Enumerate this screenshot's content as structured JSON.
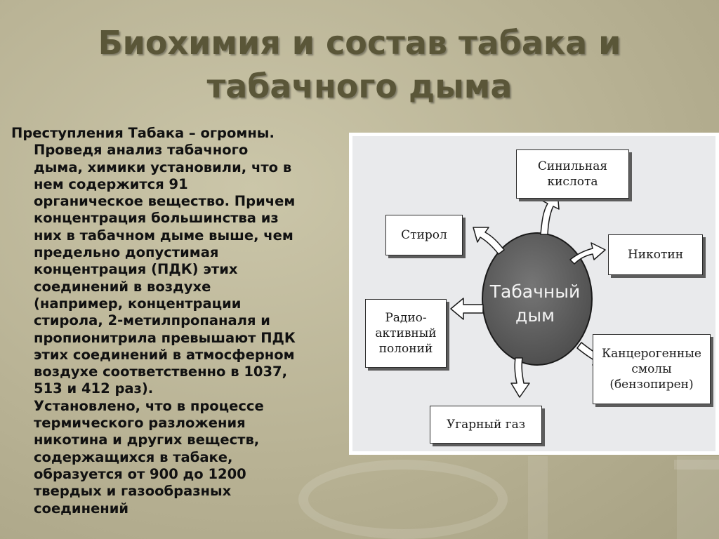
{
  "slide": {
    "title_lines": [
      "Биохимия и состав табака и",
      "табачного дыма"
    ],
    "text": {
      "first_line": "Преступления Табака – огромны.",
      "lines": [
        "Проведя анализ табачного",
        "дыма, химики установили, что в",
        "нем содержится 91",
        "органическое вещество. Причем",
        "концентрация большинства из",
        "них в табачном дыме выше, чем",
        "предельно допустимая",
        "концентрация (ПДК) этих",
        "соединений в воздухе",
        "(например, концентрации",
        "стирола, 2-метилпропаналя и",
        "пропионитрила превышают ПДК",
        "этих соединений в атмосферном",
        "воздухе соответственно в 1037,",
        "513 и 412 раз).",
        "Установлено, что в процессе",
        "термического разложения",
        "никотина и других веществ,",
        "содержащихся в табаке,",
        "образуется от 900 до 1200",
        "твердых и газообразных",
        "соединений"
      ]
    }
  },
  "diagram": {
    "center": {
      "lines": [
        "Табачный",
        "дым"
      ]
    },
    "nodes": [
      {
        "id": "cyanide",
        "lines": [
          "Синильная",
          "кислота"
        ]
      },
      {
        "id": "styrene",
        "lines": [
          "Стирол"
        ]
      },
      {
        "id": "nicotine",
        "lines": [
          "Никотин"
        ]
      },
      {
        "id": "polonium",
        "lines": [
          "Радио-",
          "активный",
          "полоний"
        ]
      },
      {
        "id": "tar",
        "lines": [
          "Канцерогенные",
          "смолы",
          "(бензопирен)"
        ]
      },
      {
        "id": "co",
        "lines": [
          "Угарный газ"
        ]
      }
    ],
    "colors": {
      "center_fill": "#5e5e5e",
      "arrow_fill": "#ffffff",
      "box_shadow": "#5c5c5c"
    }
  }
}
